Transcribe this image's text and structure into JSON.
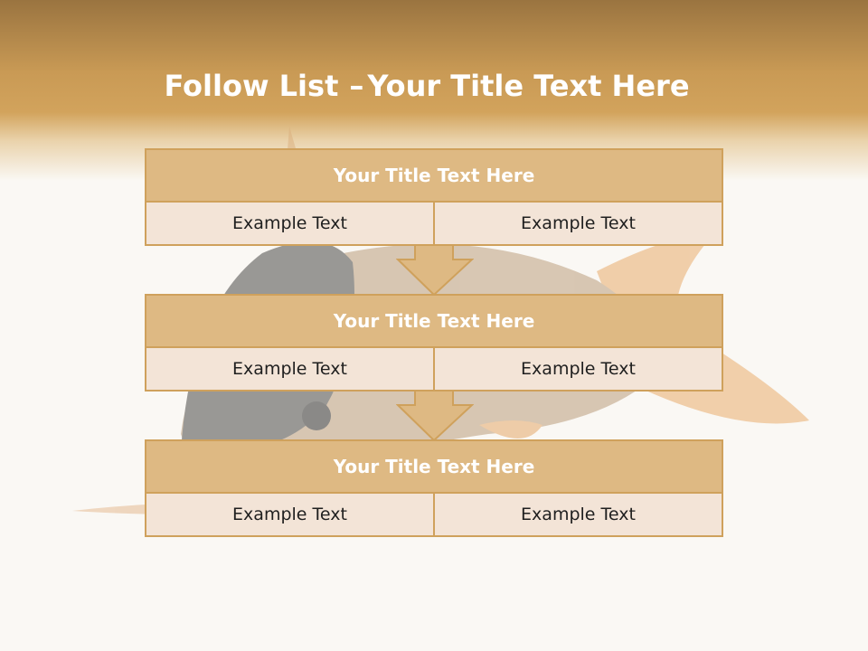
{
  "slide": {
    "title_bold": "Follow List",
    "title_separator": "–",
    "title_rest": "Your Title Text Here"
  },
  "blocks": [
    {
      "title": "Your Title Text Here",
      "left_text": "Example Text",
      "right_text": "Example Text"
    },
    {
      "title": "Your Title Text Here",
      "left_text": "Example Text",
      "right_text": "Example Text"
    },
    {
      "title": "Your Title Text Here",
      "left_text": "Example Text",
      "right_text": "Example Text"
    }
  ],
  "colors": {
    "header_band": "#c99a55",
    "block_title_fill": "#deb983",
    "block_cell_fill": "#f3e4d7",
    "block_border": "#cfa15c",
    "background": "#faf8f4"
  }
}
